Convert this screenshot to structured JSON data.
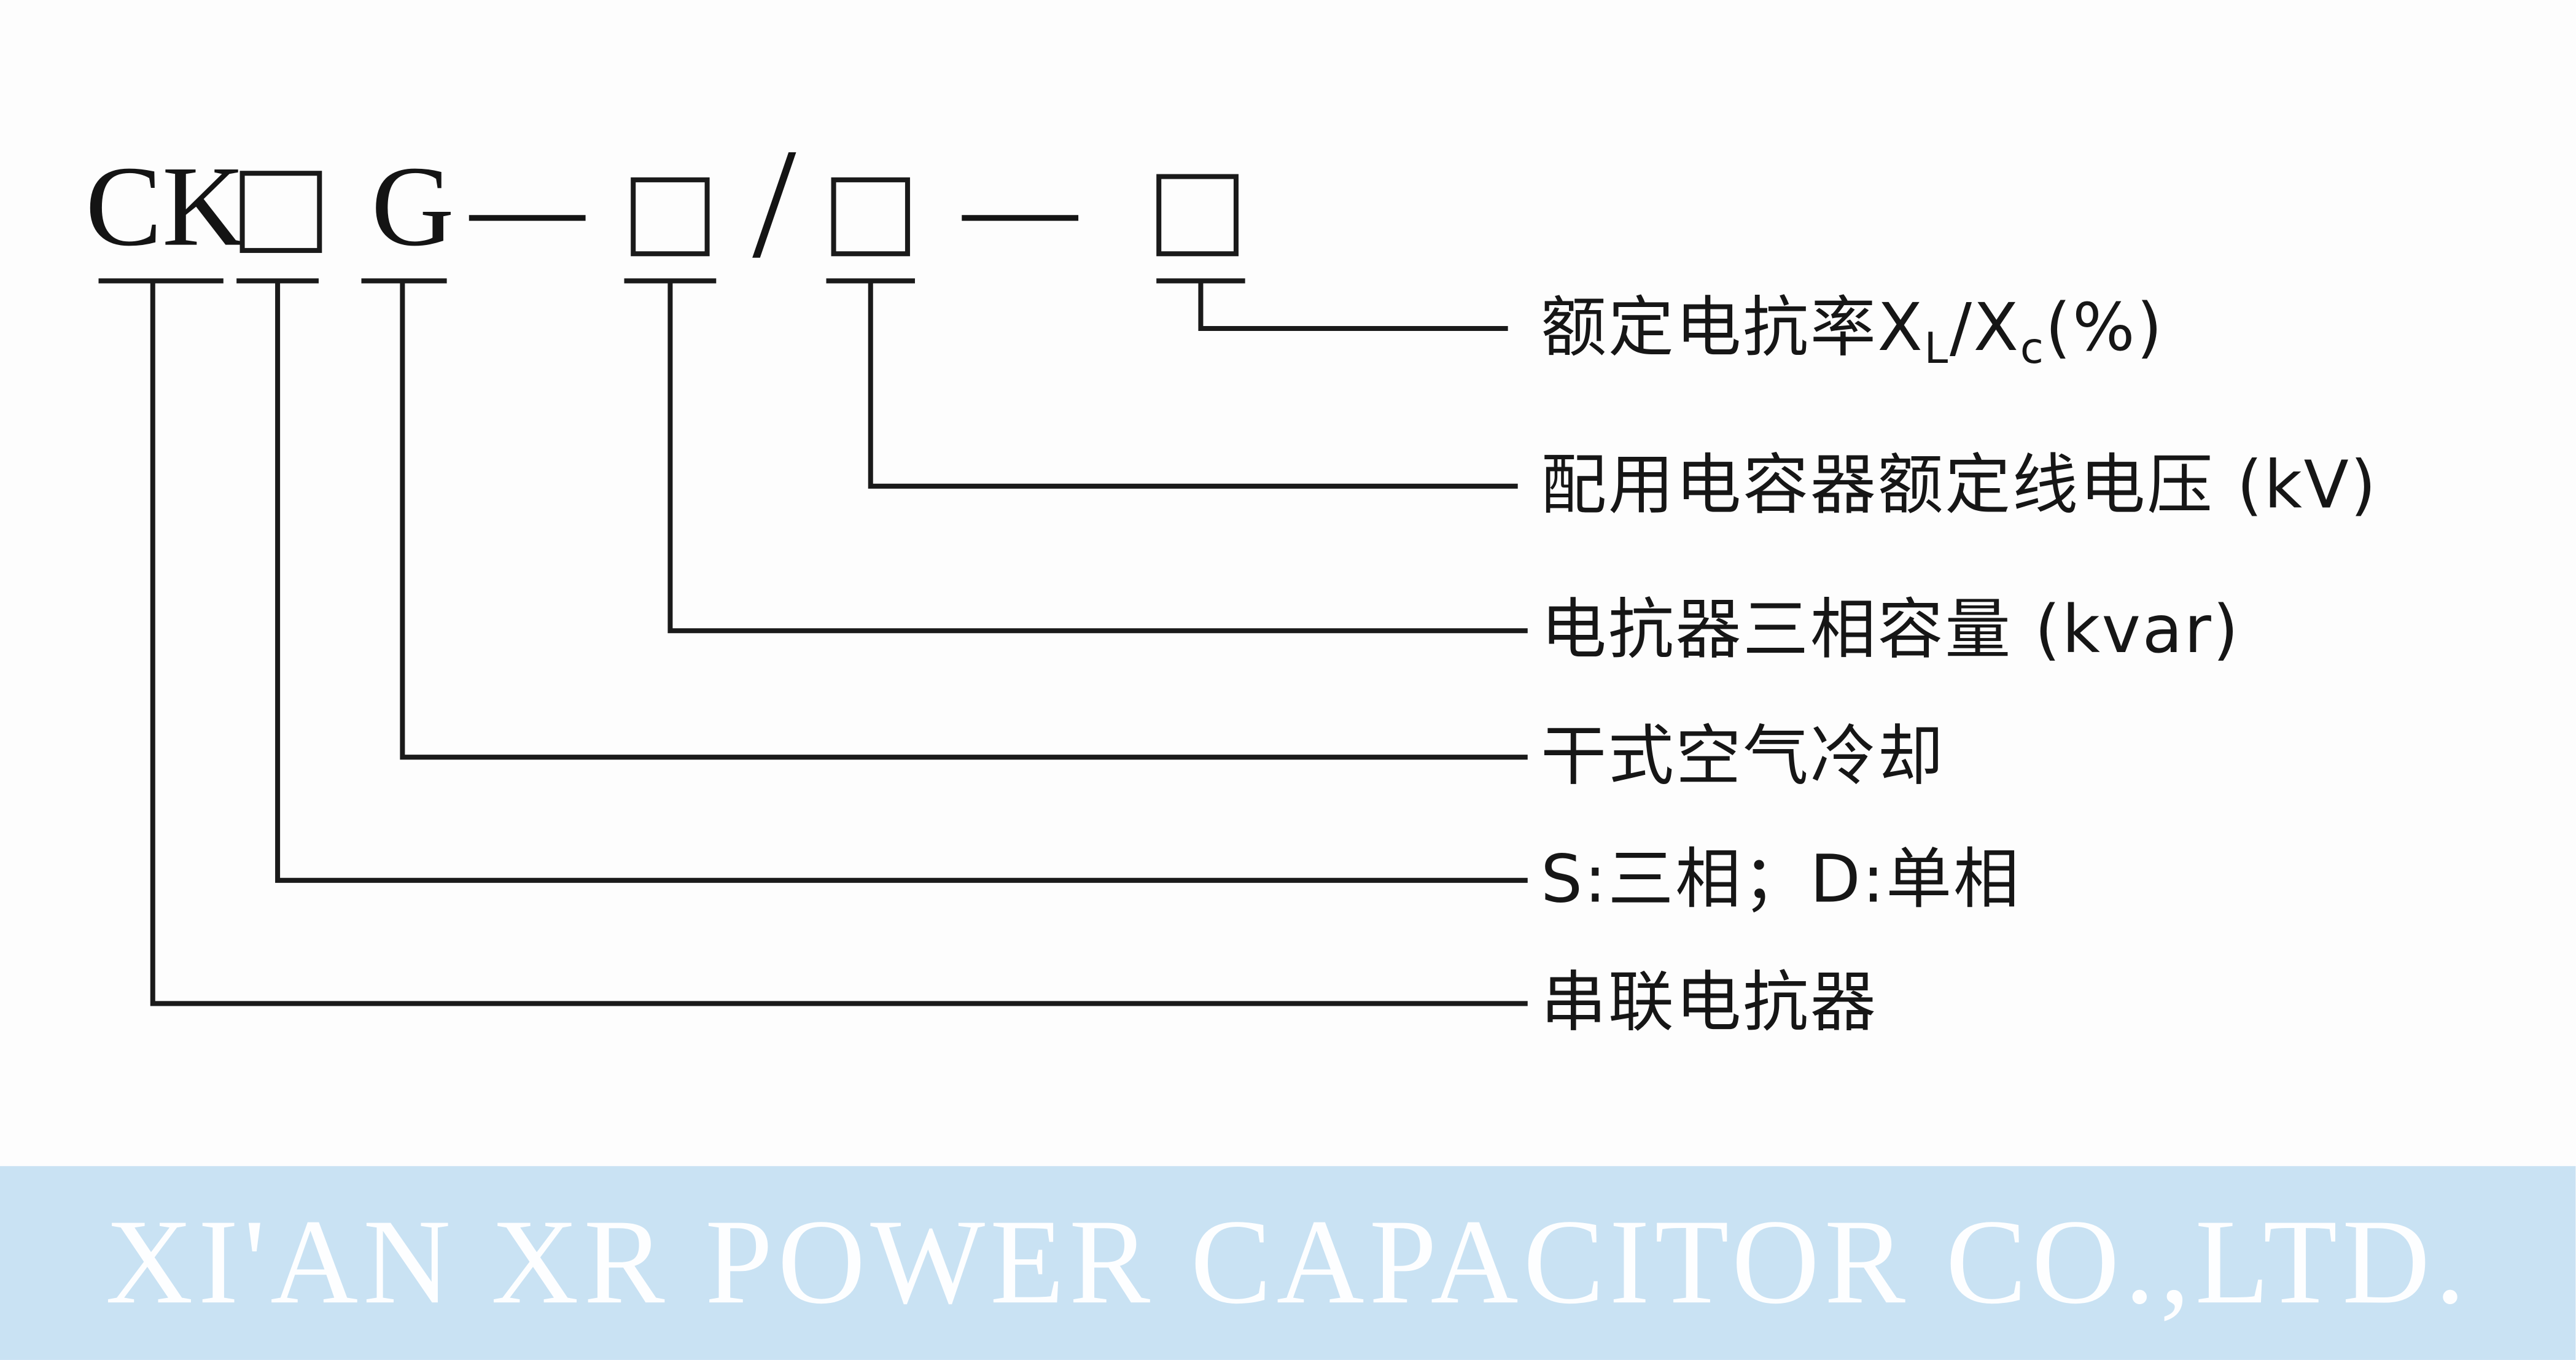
{
  "model": {
    "prefix": "CK",
    "cooling_letter": "G",
    "dash1": "—",
    "slash": "/",
    "dash2": "—"
  },
  "callouts": [
    {
      "label_parts": [
        "额定电抗率X",
        "L",
        "/X",
        "c",
        "(%)"
      ]
    },
    {
      "label": "配用电容器额定线电压 (kV)"
    },
    {
      "label": "电抗器三相容量 (kvar)"
    },
    {
      "label": "干式空气冷却"
    },
    {
      "label": "S:三相；D:单相"
    },
    {
      "label": "串联电抗器"
    }
  ],
  "footer": {
    "company": "XI'AN XR POWER CAPACITOR CO.,LTD."
  },
  "colors": {
    "line": "#1a1a1a",
    "banner_bg": "#c9e2f3",
    "banner_text": "#ffffff"
  }
}
